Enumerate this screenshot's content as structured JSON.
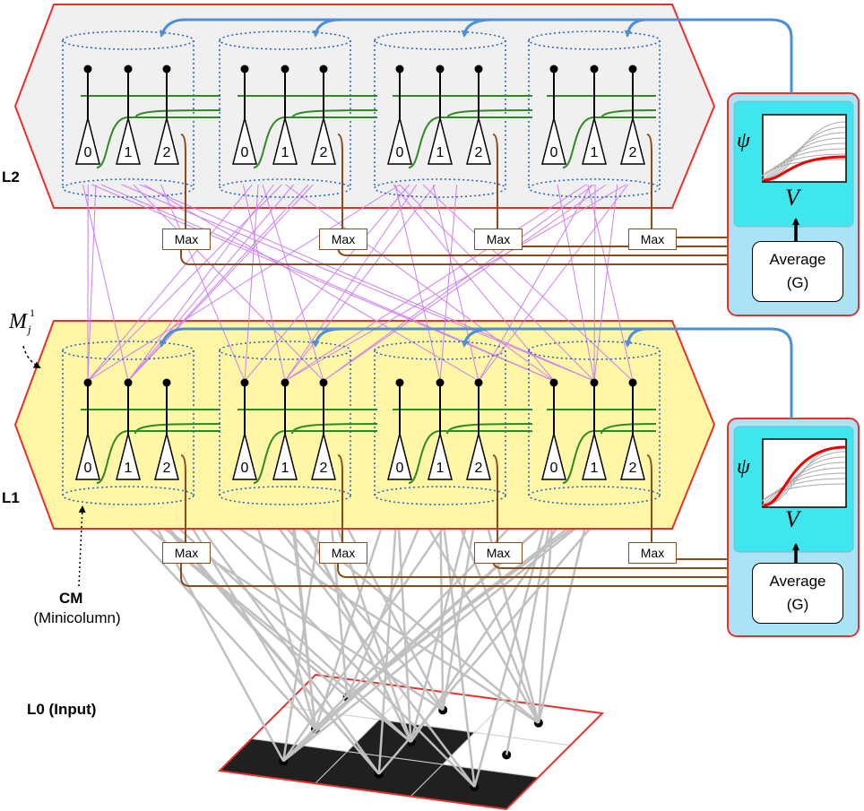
{
  "layers": {
    "l2": "L2",
    "l1": "L1",
    "l0": "L0 (Input)"
  },
  "column_label": {
    "line1": "CM",
    "line2": "(Minicolumn)"
  },
  "module_symbol": {
    "base": "M",
    "superscript": "1",
    "subscript": "j"
  },
  "neuron_indices": [
    "0",
    "1",
    "2"
  ],
  "max_label": "Max",
  "average_box": {
    "line1": "Average",
    "line2": "(G)"
  },
  "plot": {
    "y_symbol": "ψ",
    "x_symbol": "V"
  },
  "colors": {
    "l2_fill": "#f0f0f0",
    "l1_fill": "#fff7a6",
    "outline": "#e8312a",
    "feedback": "#4a8fd8",
    "lateral": "#2e8b22",
    "max_path": "#8b4a1c",
    "l2_to_l1": "#cc7ff0",
    "l0_to_l1": "#c0c0c0",
    "plot_panel": "#3fe6ee",
    "plot_outer": "#a9e3f5"
  }
}
